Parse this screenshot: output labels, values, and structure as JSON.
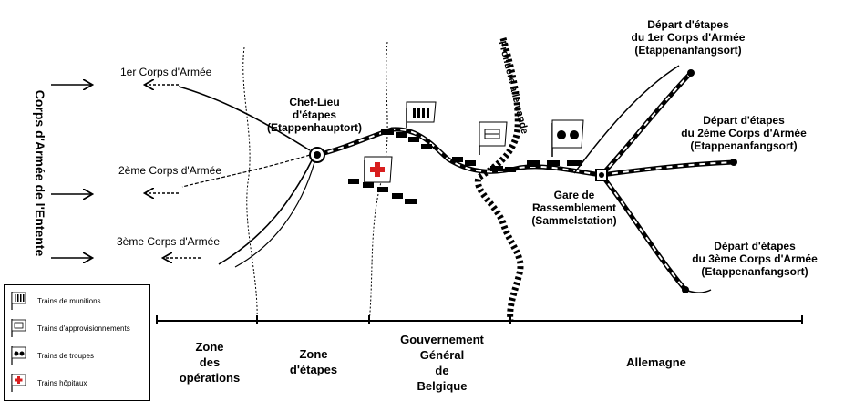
{
  "title_vertical": "Corps d'Armée de l'Entente",
  "corps": [
    {
      "label": "1er Corps d'Armée"
    },
    {
      "label": "2ème Corps d'Armée"
    },
    {
      "label": "3ème Corps d'Armée"
    }
  ],
  "chef_lieu": [
    "Chef-Lieu",
    "d'étapes",
    "(Etappenhauptort)"
  ],
  "frontier": "Frontière allemande",
  "gare": [
    "Gare de",
    "Rassemblement",
    "(Sammelstation)"
  ],
  "departs": [
    [
      "Départ d'étapes",
      "du 1er Corps d'Armée",
      "(Etappenanfangsort)"
    ],
    [
      "Départ d'étapes",
      "du 2ème Corps d'Armée",
      "(Etappenanfangsort)"
    ],
    [
      "Départ d'étapes",
      "du 3ème Corps d'Armée",
      "(Etappenanfangsort)"
    ]
  ],
  "zones": [
    [
      "Zone",
      "des",
      "opérations"
    ],
    [
      "Zone",
      "d'étapes"
    ],
    [
      "Gouvernement",
      "Général",
      "de",
      "Belgique"
    ],
    [
      "Allemagne"
    ]
  ],
  "legend": [
    {
      "label": "Trains de munitions",
      "icon": "munitions-icon"
    },
    {
      "label": "Trains d'approvisionnements",
      "icon": "supplies-icon"
    },
    {
      "label": "Trains de troupes",
      "icon": "troops-icon"
    },
    {
      "label": "Trains hôpitaux",
      "icon": "hospital-cross-icon"
    }
  ],
  "colors": {
    "ink": "#000000",
    "cross": "#d81e1e",
    "paper": "#ffffff"
  }
}
